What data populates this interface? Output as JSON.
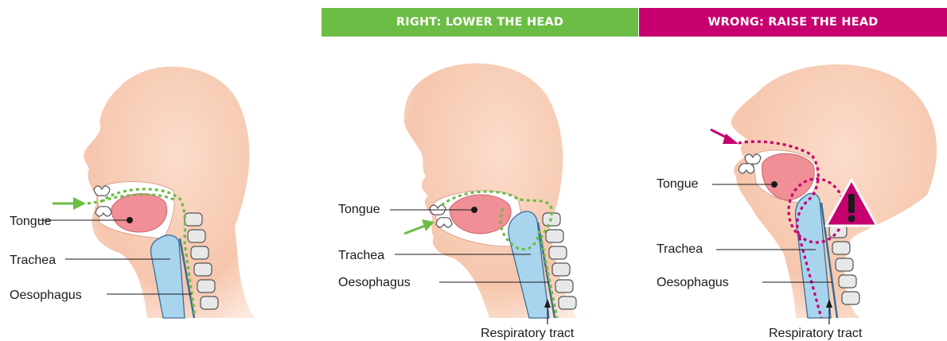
{
  "banners": {
    "right": "RIGHT: LOWER THE HEAD",
    "wrong": "WRONG: RAISE THE HEAD"
  },
  "labels": {
    "tongue": "Tongue",
    "trachea": "Trachea",
    "oesophagus": "Oesophagus",
    "respiratory_tract": "Respiratory tract"
  },
  "icons": {
    "warning": "warning-triangle-icon",
    "arrow": "arrow-icon"
  },
  "colors": {
    "good": "#6cbd45",
    "bad": "#c6006f",
    "skin": "#f7cfb9",
    "tongue": "#f08f96",
    "trachea": "#a8d4ee",
    "vertebra": "#e8e8e8"
  }
}
